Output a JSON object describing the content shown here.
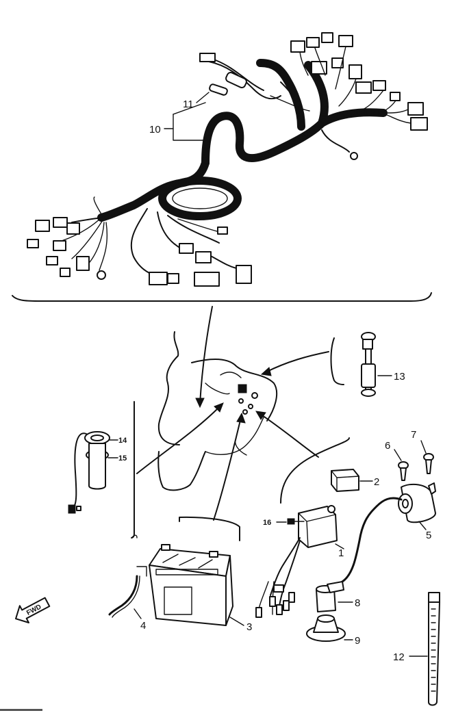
{
  "diagram": {
    "callouts": [
      {
        "id": "1",
        "label": "1"
      },
      {
        "id": "2",
        "label": "2"
      },
      {
        "id": "3",
        "label": "3"
      },
      {
        "id": "4",
        "label": "4"
      },
      {
        "id": "5",
        "label": "5"
      },
      {
        "id": "6",
        "label": "6"
      },
      {
        "id": "7",
        "label": "7"
      },
      {
        "id": "8",
        "label": "8"
      },
      {
        "id": "9",
        "label": "9"
      },
      {
        "id": "10",
        "label": "10"
      },
      {
        "id": "11",
        "label": "11"
      },
      {
        "id": "12",
        "label": "12"
      },
      {
        "id": "13",
        "label": "13"
      },
      {
        "id": "14",
        "label": "14"
      },
      {
        "id": "15",
        "label": "15"
      },
      {
        "id": "16",
        "label": "16"
      }
    ],
    "fwd_label": "FWD"
  }
}
